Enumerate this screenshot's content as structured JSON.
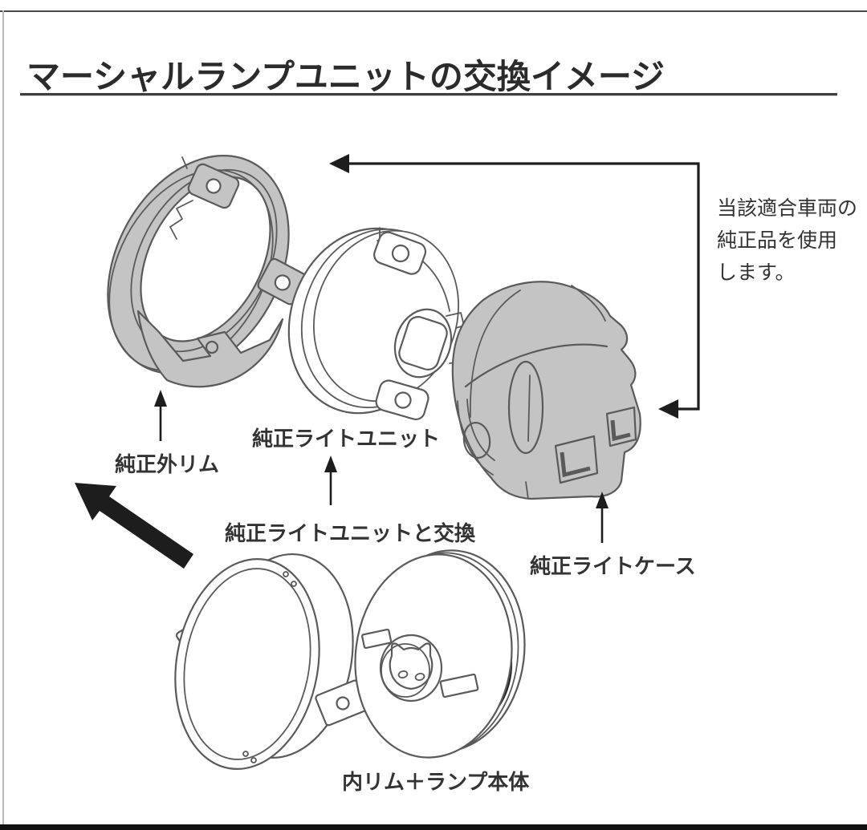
{
  "header": {
    "title": "マーシャルランプユニットの交換イメージ"
  },
  "note": {
    "lines": [
      "当該適合車両の",
      "純正品を使用",
      "します。"
    ]
  },
  "labels": {
    "outer_rim": "純正外リム",
    "light_unit": "純正ライトユニット",
    "replace_with_unit": "純正ライトユニットと交換",
    "light_case": "純正ライトケース",
    "inner_rim_lamp_body": "内リム＋ランプ本体"
  },
  "colors": {
    "part_gray": "#c4c4c4",
    "part_outline": "#5a5a5a",
    "arrow_black": "#1d1d1d",
    "text_color": "#333333",
    "title_color": "#2b2b2b",
    "rule_color": "#3f3f3f"
  }
}
